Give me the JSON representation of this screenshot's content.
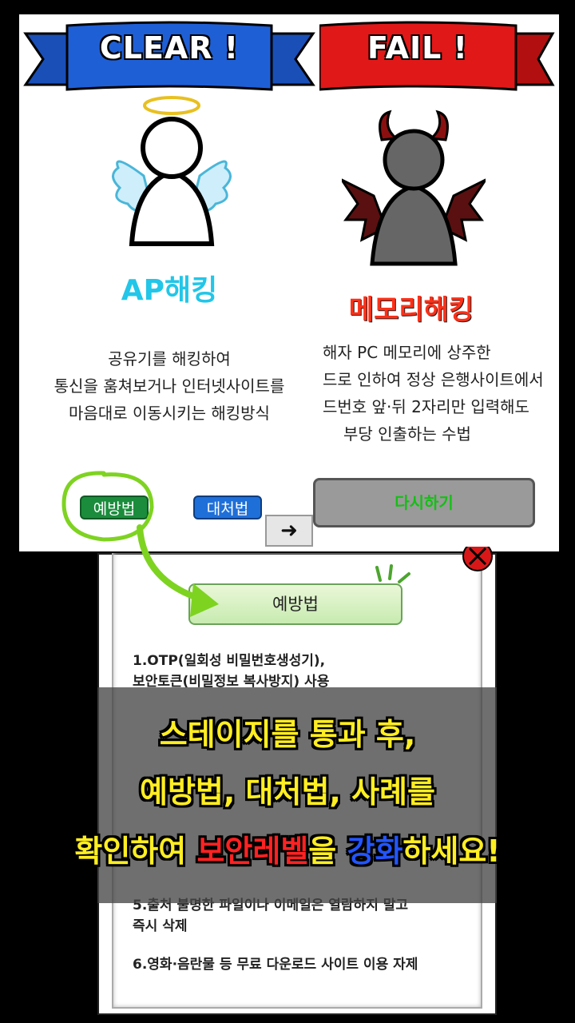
{
  "clear_panel": {
    "ribbon": "CLEAR !",
    "title": "AP해킹",
    "description": [
      "공유기를 해킹하여",
      "통신을 훔쳐보거나 인터넷사이트를",
      "마음대로 이동시키는 해킹방식"
    ],
    "prevention_button": "예방법",
    "response_button": "대처법"
  },
  "fail_panel": {
    "ribbon": "FAIL !",
    "title": "메모리해킹",
    "description": [
      "해자 PC 메모리에 상주한",
      "드로 인하여 정상 은행사이트에서",
      "드번호 앞·뒤 2자리만 입력해도",
      "부당 인출하는 수법"
    ],
    "retry_button": "다시하기"
  },
  "next_button": "➜",
  "popup": {
    "title": "예방법",
    "items": [
      [
        "1.OTP(일회성 비밀번호생성기),",
        "보안토큰(비밀정보 복사방지) 사용"
      ],
      [
        "5.출처 불명한 파일이나 이메일은 열람하지 말고",
        "즉시 삭제"
      ],
      [
        "6.영화·음란물 등 무료 다운로드 사이트 이용 자제"
      ]
    ]
  },
  "caption": {
    "line1": "스테이지를 통과 후,",
    "line2": "예방법, 대처법, 사례를",
    "line3_a": "확인하여 ",
    "line3_b": "보안레벨",
    "line3_c": "을 ",
    "line3_d": "강화",
    "line3_e": "하세요!"
  },
  "colors": {
    "clear_ribbon": "#1f5fd6",
    "fail_ribbon": "#e01818",
    "caption_yellow": "#ffee22"
  }
}
